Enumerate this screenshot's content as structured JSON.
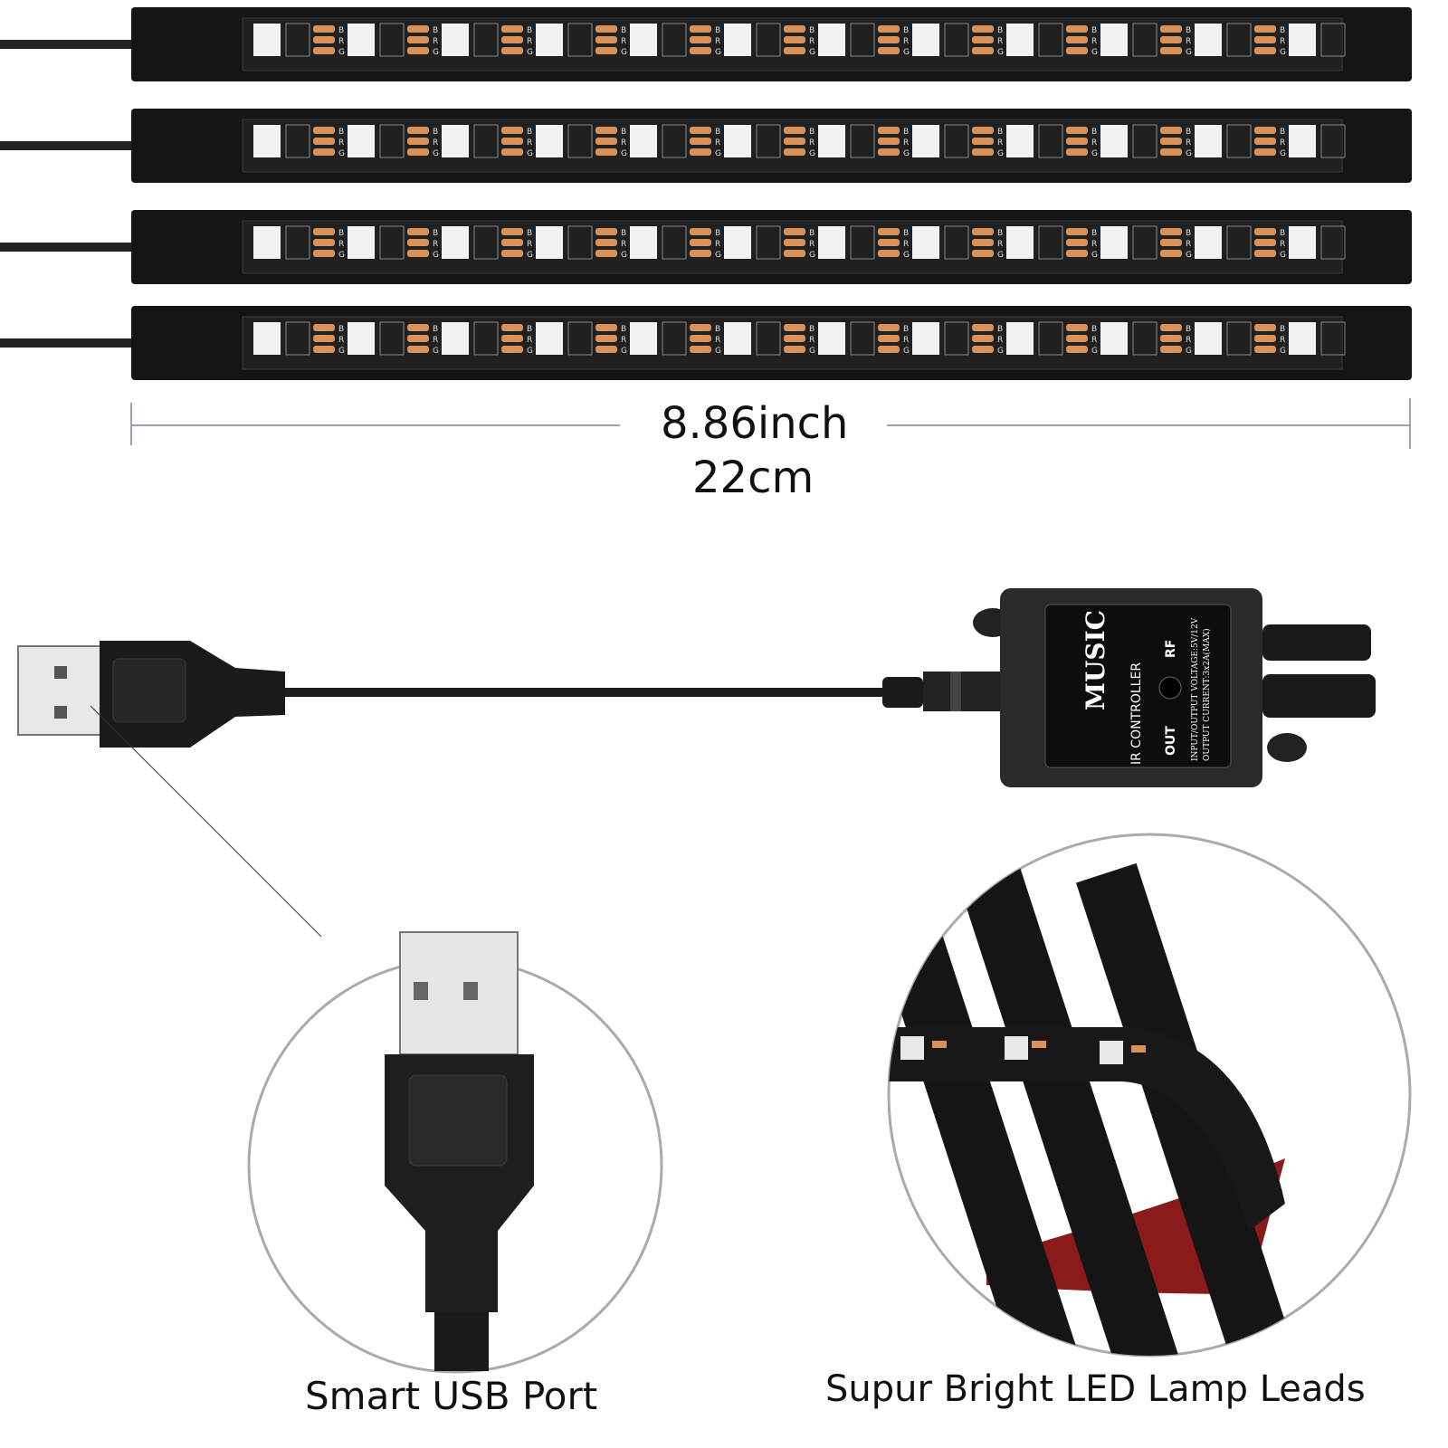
{
  "dimension": {
    "inches": "8.86inch",
    "cm": "22cm"
  },
  "controller": {
    "brand": "MUSIC",
    "title": "IR CONTROLLER",
    "port_out": "OUT",
    "port_rf": "RF",
    "spec_voltage": "INPUT/OUTPUT VOLTAGE:5V/12V",
    "spec_current": "OUTPUT CURRENT:3x2A(MAX)"
  },
  "strip": {
    "pad_labels": [
      "B",
      "R",
      "G"
    ],
    "count": 4,
    "leds_per_strip": 12
  },
  "captions": {
    "usb": "Smart USB Port",
    "leads": "Supur Bright LED Lamp Leads"
  },
  "colors": {
    "strip": "#141414",
    "led": "#f2f2f2",
    "pad": "#d9935a",
    "lead_red": "#8b1a1a"
  }
}
